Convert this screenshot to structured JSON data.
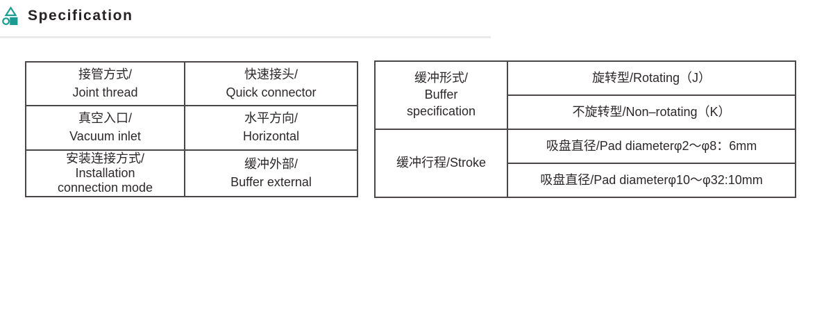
{
  "header": {
    "title": "Specification",
    "icon": "shapes-icon",
    "accent_color": "#1a9c93"
  },
  "colors": {
    "table_border": "#4b4647",
    "text": "#2d282a",
    "header_divider": "#eaeaea"
  },
  "left_table": {
    "rows": [
      {
        "param": [
          "接管方式/",
          "Joint thread"
        ],
        "value": [
          "快速接头/",
          "Quick connector"
        ]
      },
      {
        "param": [
          "真空入口/",
          "Vacuum inlet"
        ],
        "value": [
          "水平方向/",
          "Horizontal"
        ]
      },
      {
        "param": [
          "安装连接方式/",
          "Installation",
          "connection mode"
        ],
        "value": [
          "缓冲外部/",
          "Buffer external"
        ]
      }
    ]
  },
  "right_table": {
    "group1": {
      "param": [
        "缓冲形式/",
        "Buffer",
        "specification"
      ],
      "values": [
        "旋转型/Rotating（J）",
        "不旋转型/Non–rotating（K）"
      ]
    },
    "group2": {
      "param": [
        "缓冲行程/Stroke"
      ],
      "values": [
        "吸盘直径/Pad diameterφ2～φ8：6mm",
        "吸盘直径/Pad diameterφ10～φ32:10mm"
      ]
    }
  }
}
